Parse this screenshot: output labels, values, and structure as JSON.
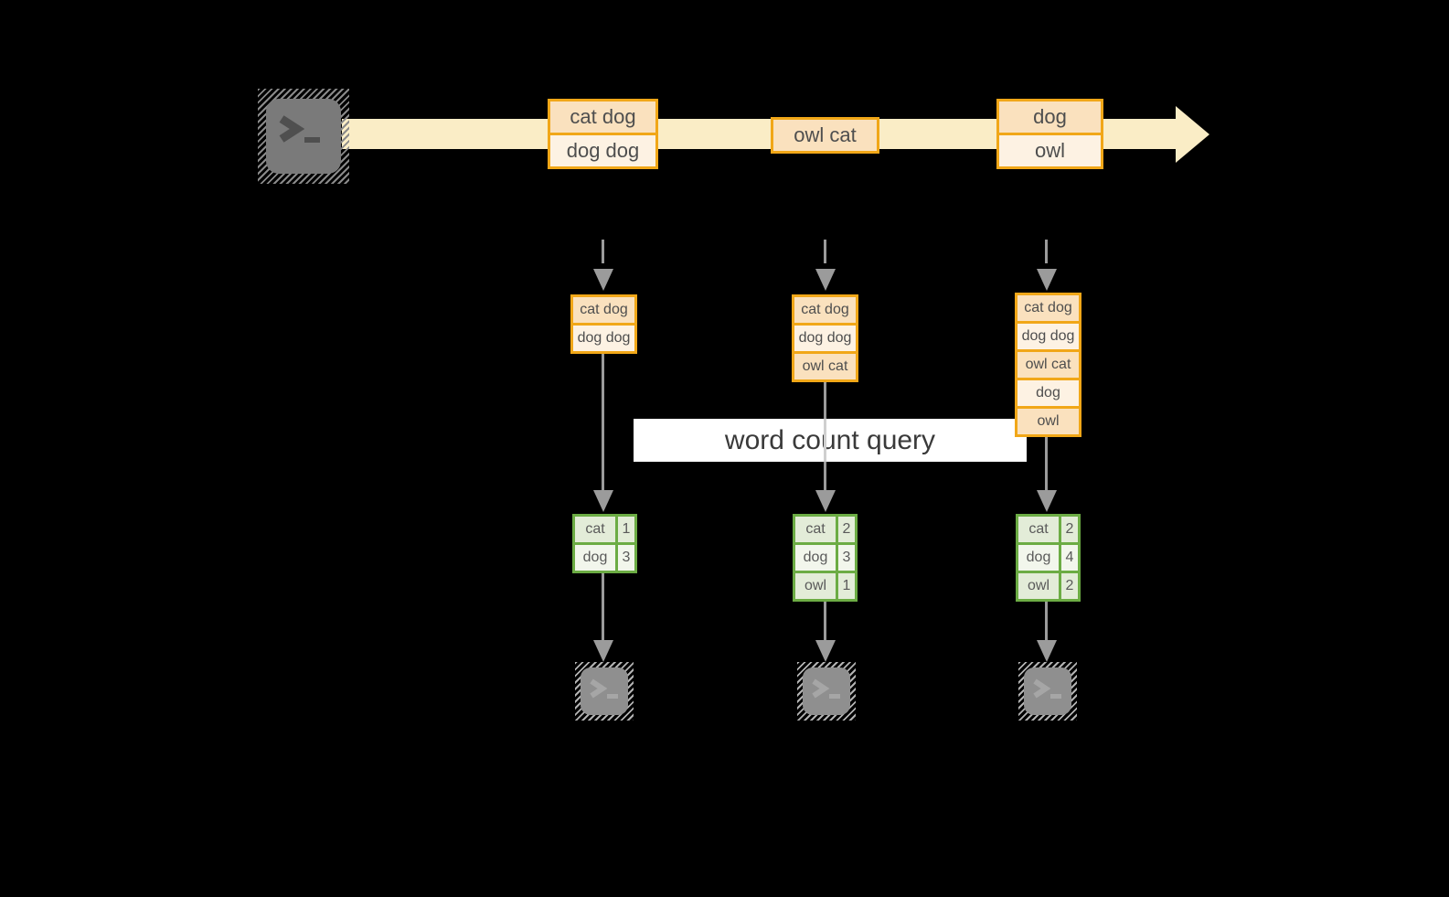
{
  "diagram": {
    "query_label": "word count query",
    "producer": {
      "icon": "terminal-icon"
    },
    "stream_events": [
      {
        "rows": [
          "cat dog",
          "dog dog"
        ]
      },
      {
        "rows": [
          "owl cat"
        ]
      },
      {
        "rows": [
          "dog",
          "owl"
        ]
      }
    ],
    "consumers": [
      {
        "received": [
          "cat dog",
          "dog dog"
        ],
        "word_counts": [
          {
            "word": "cat",
            "count": "1"
          },
          {
            "word": "dog",
            "count": "3"
          }
        ],
        "output_icon": "terminal-icon"
      },
      {
        "received": [
          "cat dog",
          "dog dog",
          "owl cat"
        ],
        "word_counts": [
          {
            "word": "cat",
            "count": "2"
          },
          {
            "word": "dog",
            "count": "3"
          },
          {
            "word": "owl",
            "count": "1"
          }
        ],
        "output_icon": "terminal-icon"
      },
      {
        "received": [
          "cat dog",
          "dog dog",
          "owl cat",
          "dog",
          "owl"
        ],
        "word_counts": [
          {
            "word": "cat",
            "count": "2"
          },
          {
            "word": "dog",
            "count": "4"
          },
          {
            "word": "owl",
            "count": "2"
          }
        ],
        "output_icon": "terminal-icon"
      }
    ],
    "colors": {
      "background": "#000000",
      "stream_band": "#FAEDC6",
      "record_border": "#F1A718",
      "record_fill_dark": "#FAE1BE",
      "record_fill_light": "#FDF2E3",
      "table_border": "#6CAC44",
      "table_fill_dark": "#E3ECD8",
      "table_fill_light": "#F2F6EC",
      "arrow_gray": "#9B9B9B",
      "label_background": "#FFFFFF",
      "text": "#4E4E4E"
    }
  }
}
